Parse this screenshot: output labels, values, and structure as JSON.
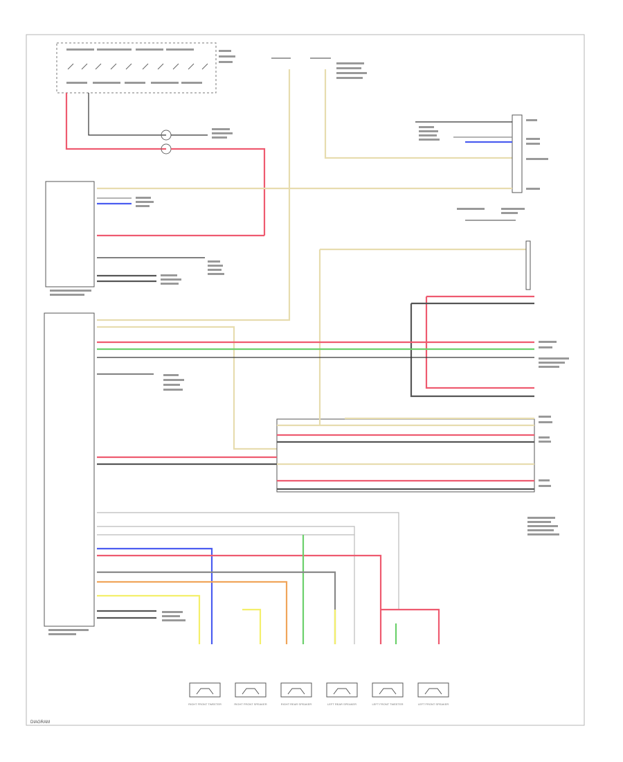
{
  "footer": {
    "code": "DIAGRAM"
  },
  "colors": {
    "red": "#ee5a6f",
    "blue": "#4a5cf0",
    "green": "#6bd06b",
    "yellow": "#f4ef6a",
    "orange": "#f0a55a",
    "tan": "#e7dcae",
    "gray": "#888888",
    "dark": "#3a3a3a",
    "black": "#222222"
  },
  "speakers": [
    {
      "id": "rf-tweeter",
      "label": "RIGHT FRONT TWEETER"
    },
    {
      "id": "rf-door",
      "label": "RIGHT FRONT SPEAKER"
    },
    {
      "id": "rr-door",
      "label": "RIGHT REAR SPEAKER"
    },
    {
      "id": "lr-door",
      "label": "LEFT REAR SPEAKER"
    },
    {
      "id": "lf-tweeter",
      "label": "LEFT FRONT TWEETER"
    },
    {
      "id": "lf-door",
      "label": "LEFT FRONT SPEAKER"
    }
  ]
}
